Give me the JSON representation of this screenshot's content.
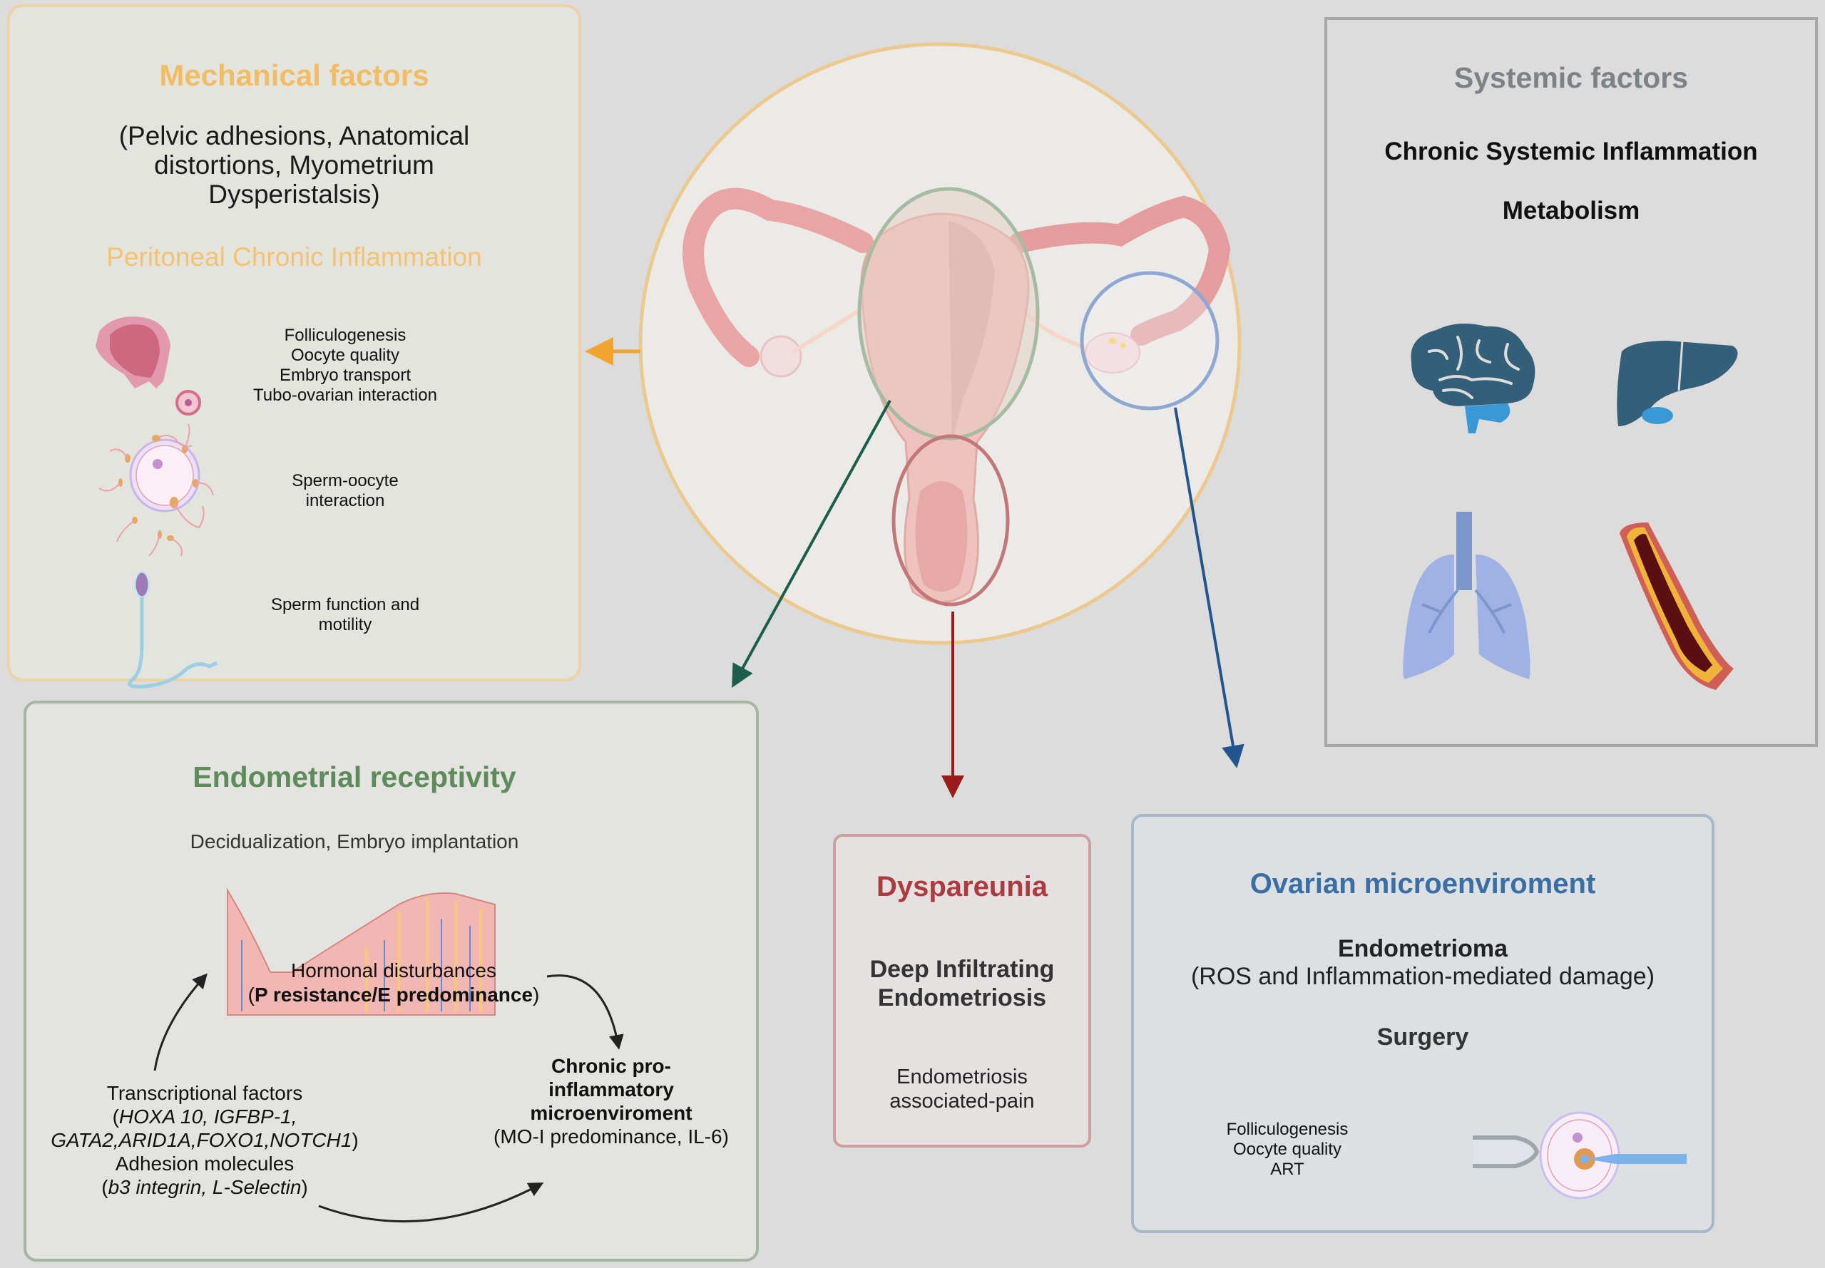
{
  "mechanical": {
    "title": "Mechanical factors",
    "subtitle_lines": [
      "(Pelvic adhesions, Anatomical",
      "distortions, Myometrium",
      "Dysperistalsis)"
    ],
    "peritoneal": "Peritoneal Chronic Inflammation",
    "items": [
      {
        "icon": "fallopian-tube-icon",
        "lines": [
          "Folliculogenesis",
          "Oocyte quality",
          "Embryo transport",
          "Tubo-ovarian interaction"
        ]
      },
      {
        "icon": "sperm-oocyte-icon",
        "lines": [
          "Sperm-oocyte",
          "interaction"
        ]
      },
      {
        "icon": "sperm-icon",
        "lines": [
          "Sperm function and",
          "motility"
        ]
      }
    ],
    "color": "#f2bd62"
  },
  "systemic": {
    "title": "Systemic factors",
    "line1": "Chronic Systemic Inflammation",
    "line2": "Metabolism",
    "icons": [
      "brain-icon",
      "liver-icon",
      "lungs-icon",
      "artery-plaque-icon"
    ]
  },
  "endometrial": {
    "title": "Endometrial receptivity",
    "subtitle": "Decidualization, Embryo implantation",
    "hormonal": {
      "line1": "Hormonal disturbances",
      "line2_open": "(",
      "line2_bold": "P resistance/E predominance",
      "line2_close": ")"
    },
    "transcriptional": {
      "title": "Transcriptional factors",
      "genes_line1": "HOXA 10, IGFBP-1,",
      "genes_line2": "GATA2,ARID1A,FOXO1,NOTCH1",
      "adhesion_title": "Adhesion molecules",
      "adhesion": "b3 integrin, L-Selectin"
    },
    "chronic": {
      "bold_lines": [
        "Chronic pro-",
        "inflammatory",
        "microenviroment"
      ],
      "detail": "(MO-I predominance, IL-6)"
    },
    "color": "#5f8a5b"
  },
  "dyspareunia": {
    "title": "Dyspareunia",
    "deep_lines": [
      "Deep Infiltrating",
      "Endometriosis"
    ],
    "pain_lines": [
      "Endometriosis",
      "associated-pain"
    ],
    "color": "#ad3a3f"
  },
  "ovarian": {
    "title": "Ovarian microenviroment",
    "endometrioma": "Endometrioma",
    "ros": "(ROS and Inflammation-mediated damage)",
    "surgery": "Surgery",
    "list": [
      "Folliculogenesis",
      "Oocyte quality",
      "ART"
    ],
    "color": "#3a6fa5"
  },
  "center": {
    "illustration": "uterus-icon",
    "arrows": [
      {
        "to": "mechanical",
        "color": "#f2a52e"
      },
      {
        "to": "endometrial",
        "color": "#1b5e4b"
      },
      {
        "to": "dyspareunia",
        "color": "#9b1b1b"
      },
      {
        "to": "ovarian",
        "color": "#22558f"
      }
    ]
  }
}
